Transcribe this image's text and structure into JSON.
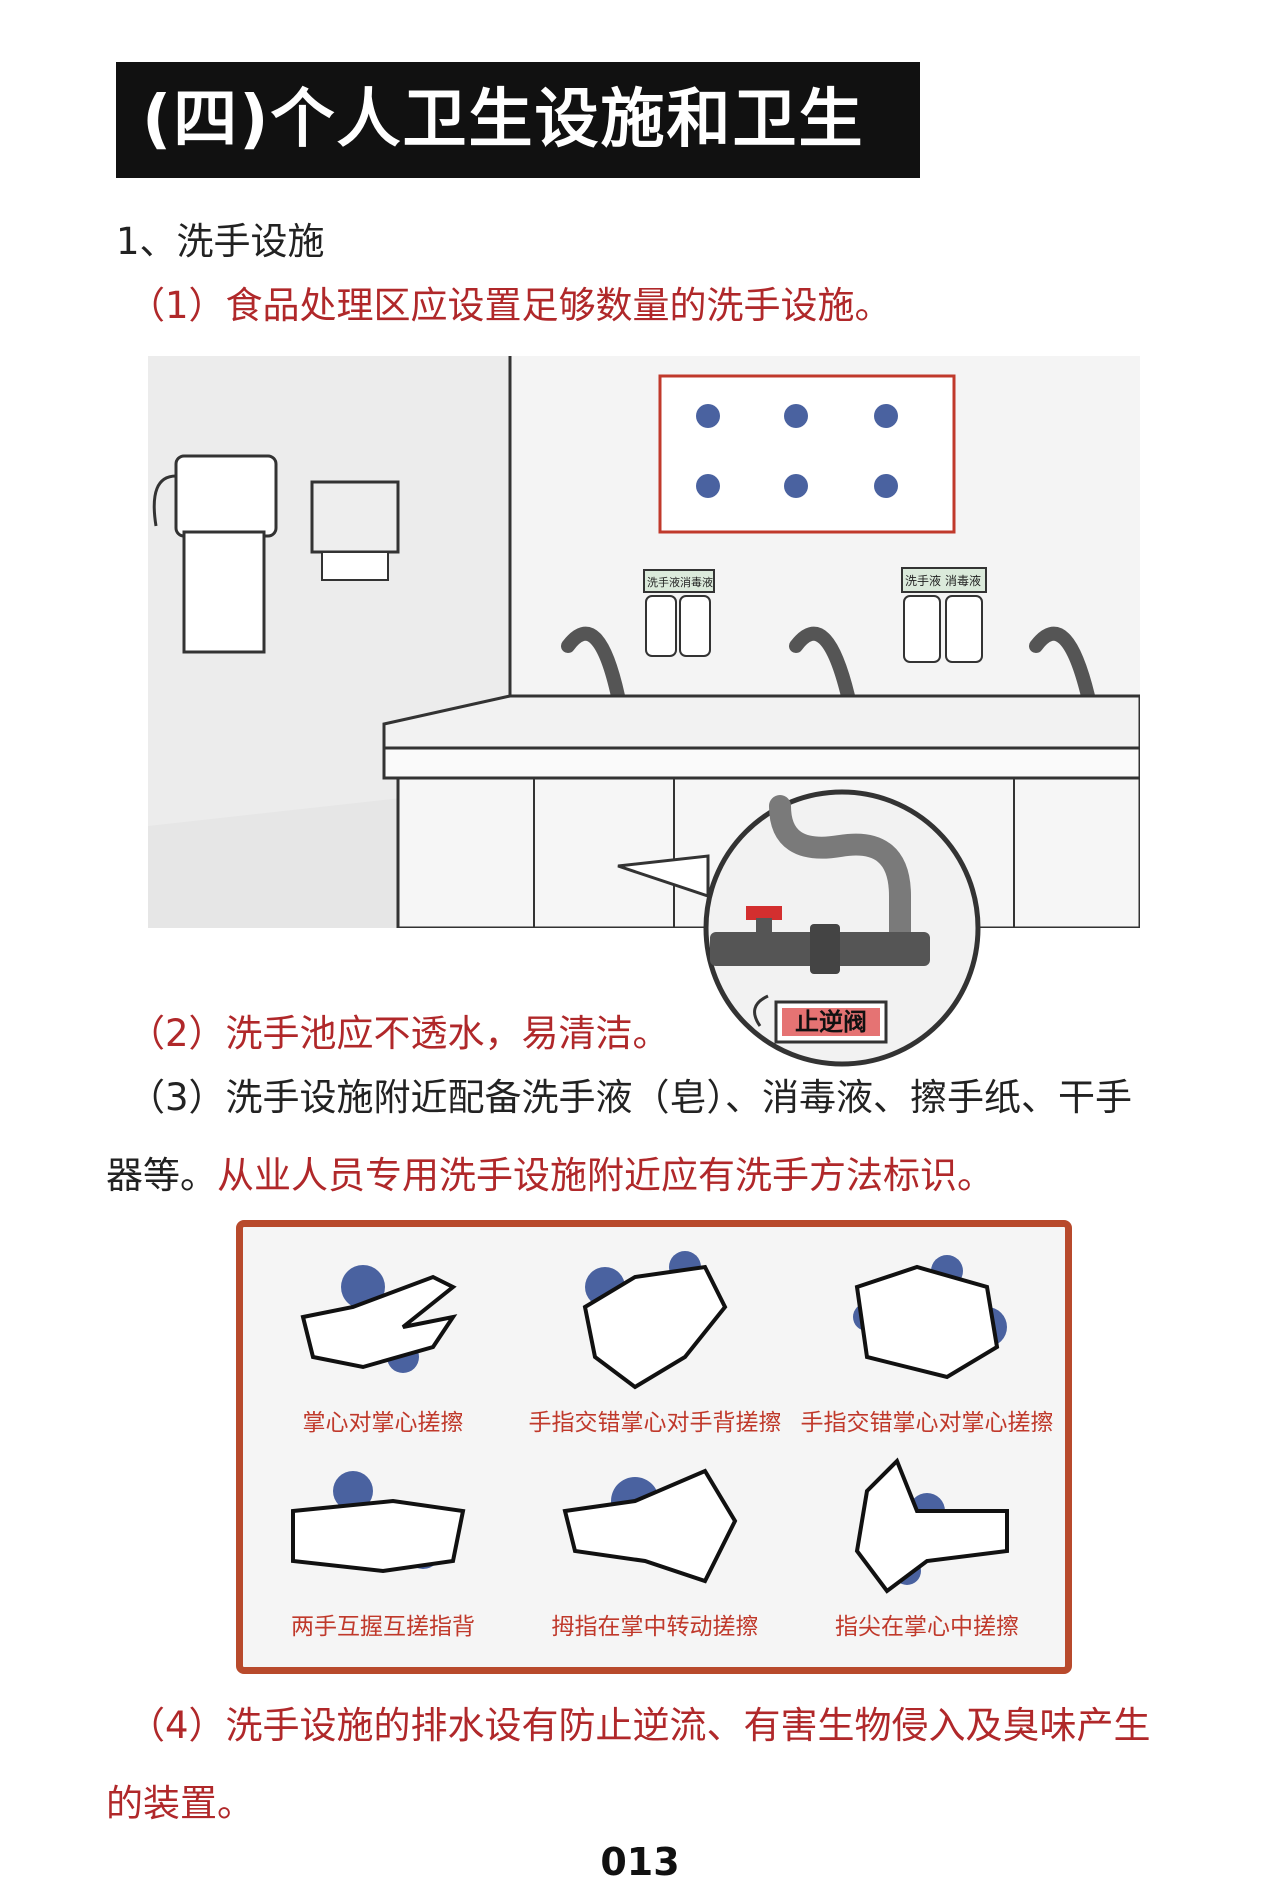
{
  "header": {
    "title": "(四)个人卫生设施和卫生间"
  },
  "section": {
    "heading": "1、洗手设施"
  },
  "items": {
    "i1": "（1）食品处理区应设置足够数量的洗手设施。",
    "i2": "（2）洗手池应不透水，易清洁。",
    "i3_black": "（3）洗手设施附近配备洗手液（皂）、消毒液、擦手纸、干手",
    "i3_black2": "器等。",
    "i3_red": "从业人员专用洗手设施附近应有洗手方法标识。",
    "i4": "（4）洗手设施的排水设有防止逆流、有害生物侵入及臭味产生",
    "i4b": "的装置。"
  },
  "scene": {
    "dispenser_labels": [
      "洗手液",
      "消毒液",
      "洗手液",
      "消毒液"
    ],
    "valve_label": "止逆阀"
  },
  "steps": [
    "掌心对掌心搓擦",
    "手指交错掌心对手背搓擦",
    "手指交错掌心对掌心搓擦",
    "两手互握互搓指背",
    "拇指在掌中转动搓擦",
    "指尖在掌心中搓擦"
  ],
  "footer": {
    "page_number": "013"
  },
  "colors": {
    "accent_red": "#b0282a",
    "frame": "#b84a2c",
    "blob": "#4a62a0"
  }
}
